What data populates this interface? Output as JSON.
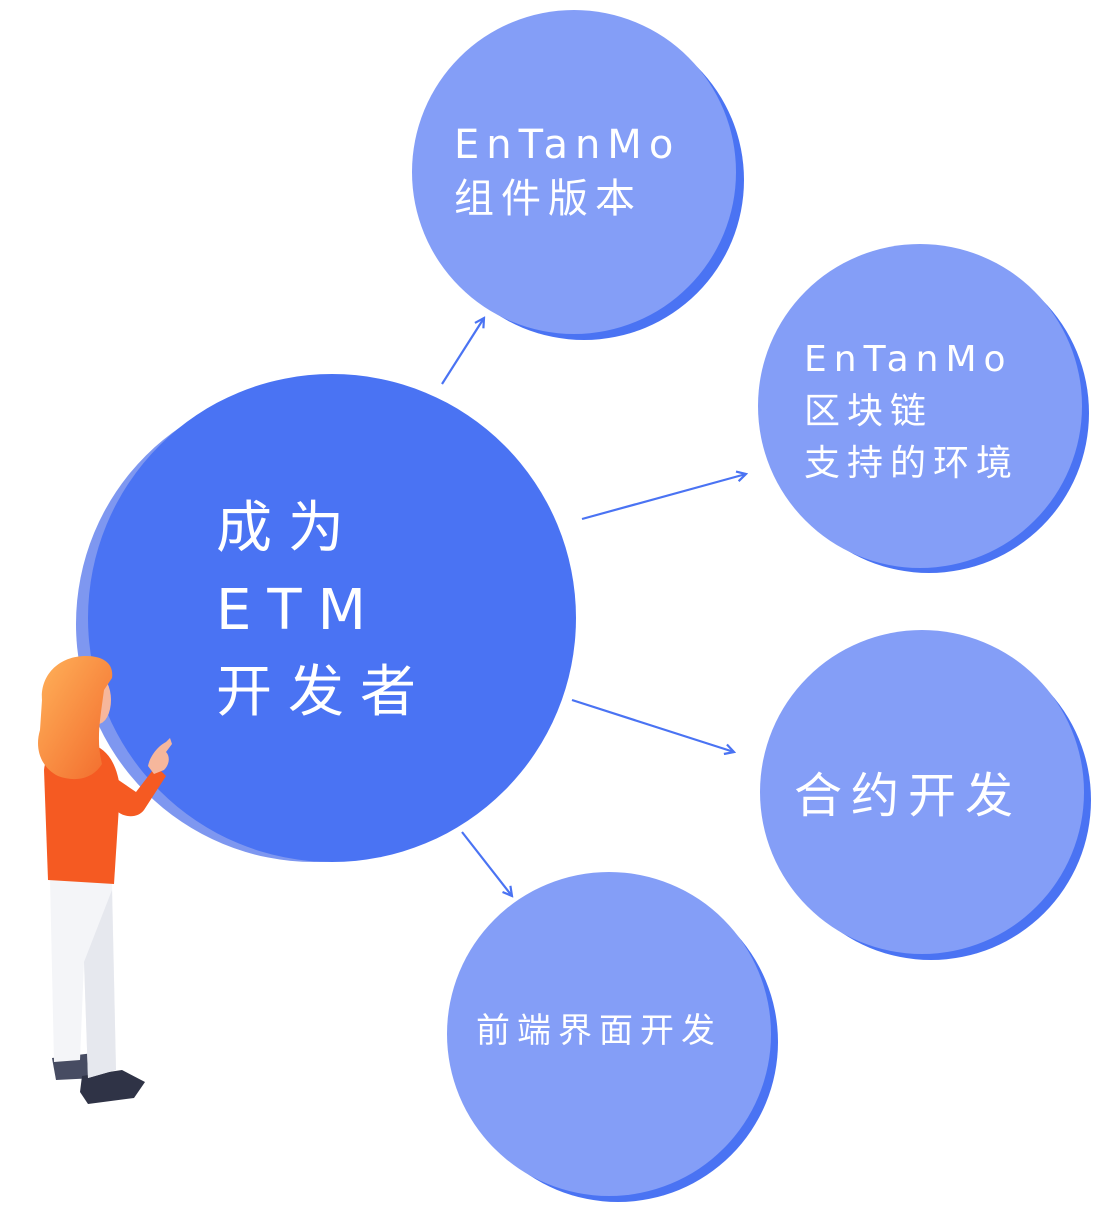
{
  "center": {
    "lines": [
      "成为",
      "ETM",
      "开发者"
    ]
  },
  "nodes": [
    {
      "id": "n1",
      "lines": [
        "EnTanMo",
        "组件版本"
      ]
    },
    {
      "id": "n2",
      "lines": [
        "EnTanMo",
        "区块链",
        "支持的环境"
      ]
    },
    {
      "id": "n3",
      "lines": [
        "合约开发"
      ]
    },
    {
      "id": "n4",
      "lines": [
        "前端界面开发"
      ]
    }
  ],
  "colors": {
    "center_fill": "#4a73f3",
    "center_shadow": "#7e97f0",
    "node_fill": "#849ef7",
    "node_shadow": "#4a73f3",
    "arrow": "#4a73f3",
    "text": "#ffffff"
  }
}
